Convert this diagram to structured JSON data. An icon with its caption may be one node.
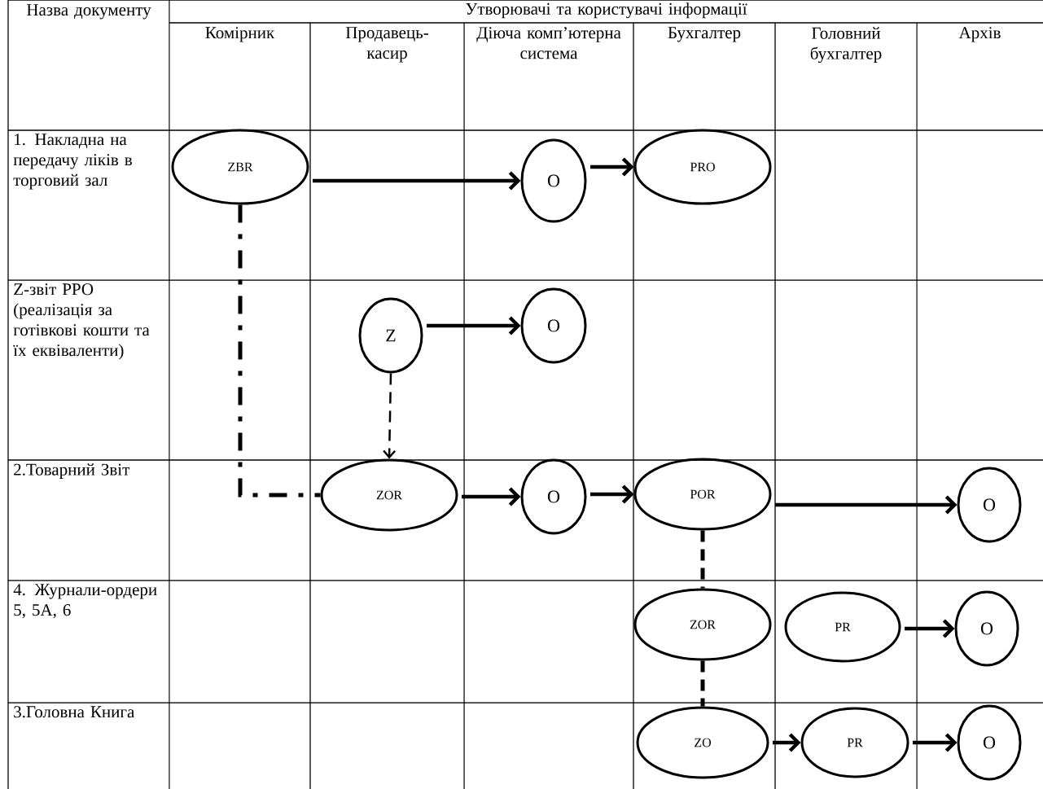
{
  "diagram": {
    "nodes": [
      {
        "text": [
          "ZBR"
        ]
      },
      {
        "text": [
          "O"
        ]
      },
      {
        "text": [
          "PRO"
        ]
      },
      {
        "text": [
          "Z"
        ]
      },
      {
        "text": [
          "O"
        ]
      },
      {
        "text": [
          "ZOR"
        ]
      },
      {
        "text": [
          "O"
        ]
      },
      {
        "text": [
          "POR"
        ]
      },
      {
        "text": [
          "O"
        ]
      },
      {
        "text": [
          "ZOR"
        ]
      },
      {
        "text": [
          "PR"
        ]
      },
      {
        "text": [
          "O"
        ]
      },
      {
        "text": [
          "ZO"
        ]
      },
      {
        "text": [
          "PR"
        ]
      },
      {
        "text": [
          "O"
        ]
      }
    ],
    "edges": [
      {
        "from": 0,
        "to": 1,
        "arrow": "to"
      },
      {
        "from": 1,
        "to": 2,
        "arrow": "to"
      },
      {
        "from": 3,
        "to": 4,
        "arrow": "to"
      },
      {
        "from": 3,
        "to": 5,
        "arrow": "to",
        "style": "dashed"
      },
      {
        "from": 0,
        "to": 5,
        "arrow": "none",
        "style": "dashed"
      },
      {
        "from": 5,
        "to": 6,
        "arrow": "to"
      },
      {
        "from": 6,
        "to": 7,
        "arrow": "to"
      },
      {
        "from": 7,
        "to": 8,
        "arrow": "to"
      },
      {
        "from": 7,
        "to": 9,
        "arrow": "none",
        "style": "dashed"
      },
      {
        "from": 10,
        "to": 11,
        "arrow": "to"
      },
      {
        "from": 9,
        "to": 12,
        "arrow": "none",
        "style": "dashed"
      },
      {
        "from": 12,
        "to": 13,
        "arrow": "to"
      },
      {
        "from": 13,
        "to": 14,
        "arrow": "to"
      }
    ],
    "labels": [
      "Назва документу",
      "Утворювачі та користувачі інформації",
      "Комірник",
      "Продавець-касир",
      "Діюча комп’ютерна система",
      "Бухгалтер",
      "Головний бухгалтер",
      "Архів",
      "1. Накладна на передачу ліків в торговий зал",
      "Z-звіт РРО (реалізація за готівкові кошти та їх еквіваленти)",
      "2.Товарний Звіт",
      "4. Журнали-ордери 5, 5А, 6",
      "3.Головна Книга"
    ]
  }
}
